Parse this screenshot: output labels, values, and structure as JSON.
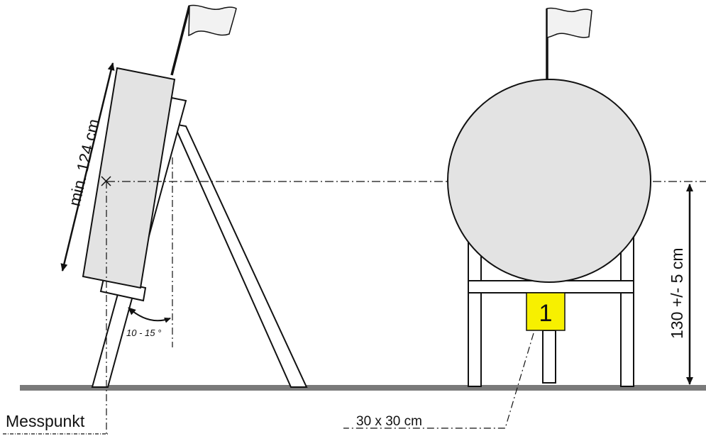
{
  "labels": {
    "target_length": "min. 124 cm",
    "tilt_angle": "10 - 15 °",
    "height": "130 +/- 5 cm",
    "measuring_point": "Messpunkt",
    "plate_size": "30 x 30 cm",
    "plate_number": "1"
  },
  "colors": {
    "target_fill": "#e3e3e3",
    "plate_fill": "#f7f000",
    "ground": "#7a7a7a",
    "line": "#111111"
  },
  "icons": {
    "flag": "flag-icon",
    "arrow": "double-arrow-icon"
  }
}
